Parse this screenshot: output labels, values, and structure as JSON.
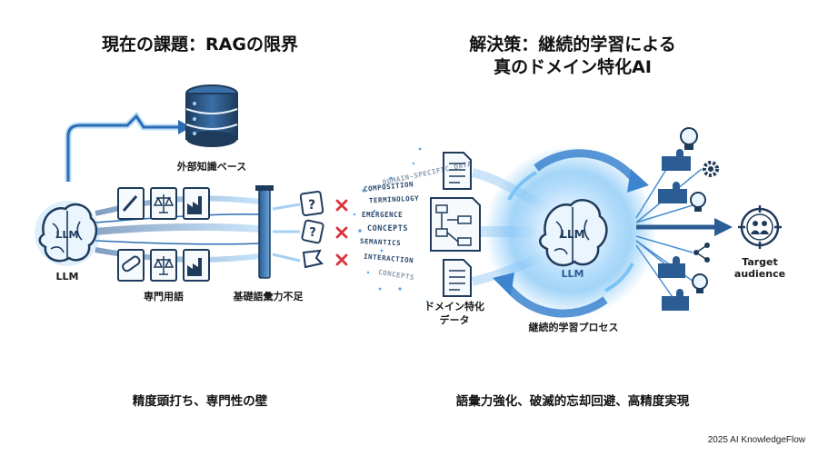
{
  "left_title": "現在の課題：RAGの限界",
  "right_title_line1": "解決策：継続的学習による",
  "right_title_line2": "真のドメイン特化AI",
  "labels": {
    "external_kb": "外部知識ベース",
    "llm_left": "LLM",
    "llm_left_inner": "LLM",
    "jargon": "専門用語",
    "vocab_shortage": "基礎語彙力不足",
    "domain_data_line1": "ドメイン特化",
    "domain_data_line2": "データ",
    "llm_right_inner": "LLM",
    "llm_right_sub": "LLM",
    "continual_process": "継続的学習プロセス",
    "target_line1": "Target",
    "target_line2": "audience"
  },
  "stream_words": [
    "DOMAIN-SPECIFIC DATA",
    "COMPOSITION",
    "TERMINOLOGY",
    "EMERGENCE",
    "CONCEPTS",
    "SEMANTICS",
    "INTERACTION",
    "CONCEPTS"
  ],
  "captions": {
    "left": "精度頭打ち、専門性の壁",
    "right": "語彙力強化、破滅的忘却回避、高精度実現"
  },
  "copyright": "2025 AI KnowledgeFlow",
  "colors": {
    "primary": "#2b5c93",
    "dark": "#1f3b5c",
    "glow": "#7cc3f5",
    "error": "#d9343a"
  }
}
